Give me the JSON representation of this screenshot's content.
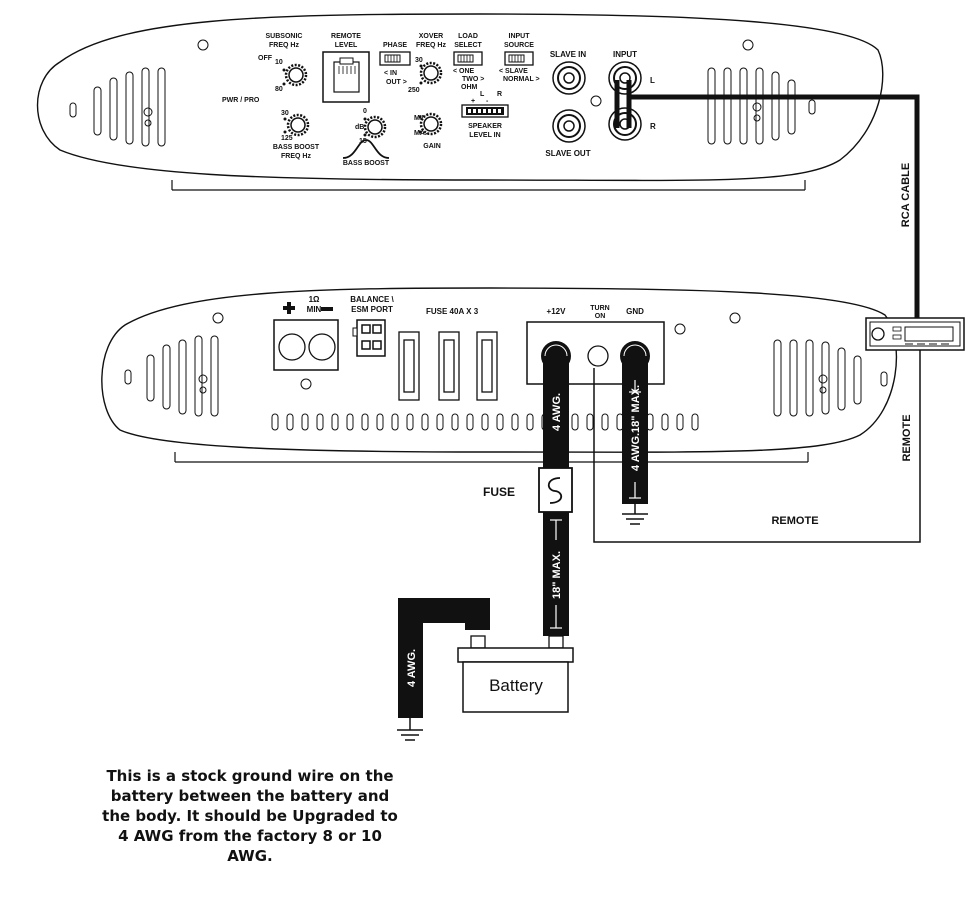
{
  "top_amp": {
    "subsonic": "SUBSONIC",
    "freq_hz": "FREQ Hz",
    "off": "OFF",
    "ten": "10",
    "eighty": "80",
    "pwr_pro": "PWR / PRO",
    "remote": "REMOTE",
    "level": "LEVEL",
    "phase": "PHASE",
    "in": "< IN",
    "out": "OUT >",
    "xover": "XOVER",
    "xover_freq": "FREQ Hz",
    "thirty": "30",
    "two_fifty": "250",
    "load": "LOAD",
    "select": "SELECT",
    "one": "< ONE",
    "two": "TWO >",
    "ohm": "OHM",
    "input_label": "INPUT",
    "source": "SOURCE",
    "slave": "< SLAVE",
    "normal": "NORMAL >",
    "l": "L",
    "r": "R",
    "plus": "+",
    "minus": "-",
    "speaker": "SPEAKER",
    "level_in": "LEVEL IN",
    "slave_in": "SLAVE IN",
    "slave_out": "SLAVE OUT",
    "input": "INPUT",
    "input_l": "L",
    "input_r": "R",
    "bb_30": "30",
    "bb_125": "125",
    "bass_boost_freq": "BASS BOOST",
    "bass_boost_freq2": "FREQ Hz",
    "zero": "0",
    "db": "dB",
    "fifteen": "15",
    "bass_boost": "BASS BOOST",
    "min": "MIN",
    "max": "MAX",
    "gain": "GAIN"
  },
  "bottom_amp": {
    "one_ohm": "1Ω",
    "min": "MIN",
    "balance": "BALANCE \\",
    "esm_port": "ESM PORT",
    "fuse_label": "FUSE 40A X 3",
    "plus12": "+12V",
    "turn": "TURN",
    "on": "ON",
    "gnd": "GND"
  },
  "wiring": {
    "rca_cable": "RCA CABLE",
    "remote_vertical": "REMOTE",
    "remote_horizontal": "REMOTE",
    "fuse": "FUSE",
    "awg4_power": "4 AWG.",
    "awg4_ground": "4 AWG.18\" MAX.",
    "max18": "18\" MAX.",
    "awg4_battery": "4 AWG.",
    "battery": "Battery"
  },
  "note": "This is a stock ground wire on the battery between the battery and the body.  It should be Upgraded to 4 AWG from the factory 8 or 10 AWG."
}
